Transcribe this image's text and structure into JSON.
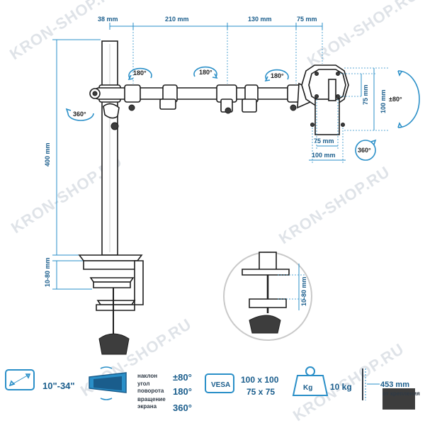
{
  "watermark": "KRON-SHOP.RU",
  "dimensions": {
    "top": [
      "38 mm",
      "210 mm",
      "130 mm",
      "75 mm"
    ],
    "pole_height": "400 mm",
    "clamp_range": "10-80 mm",
    "clamp_range_detail": "10-80 mm",
    "vesa_v_small": "75 mm",
    "vesa_v_large": "100 mm",
    "vesa_h_small": "75 mm",
    "vesa_h_large": "100 mm"
  },
  "rotations": {
    "joint1": "180°",
    "joint2": "180°",
    "joint3": "180°",
    "pole": "360°",
    "head_tilt": "±80°",
    "head_rotate": "360°"
  },
  "specs": {
    "screen_size": "10\"-34\"",
    "tilt_label": "наклон",
    "swivel_label_1": "угол",
    "swivel_label_2": "поворота",
    "rotate_label_1": "вращение",
    "rotate_label_2": "экрана",
    "tilt_value": "±80°",
    "swivel_value": "180°",
    "rotate_value": "360°",
    "vesa_badge": "VESA",
    "vesa_1": "100 x 100",
    "vesa_2": "75 x 75",
    "weight_badge": "Kg",
    "weight_value": "10 kg",
    "wall_distance": "453 mm",
    "wall_distance_label": "от крепления"
  },
  "colors": {
    "dimension": "#2a8fc8",
    "dimension_text": "#1a5d8c",
    "line": "#1d1d1d"
  }
}
